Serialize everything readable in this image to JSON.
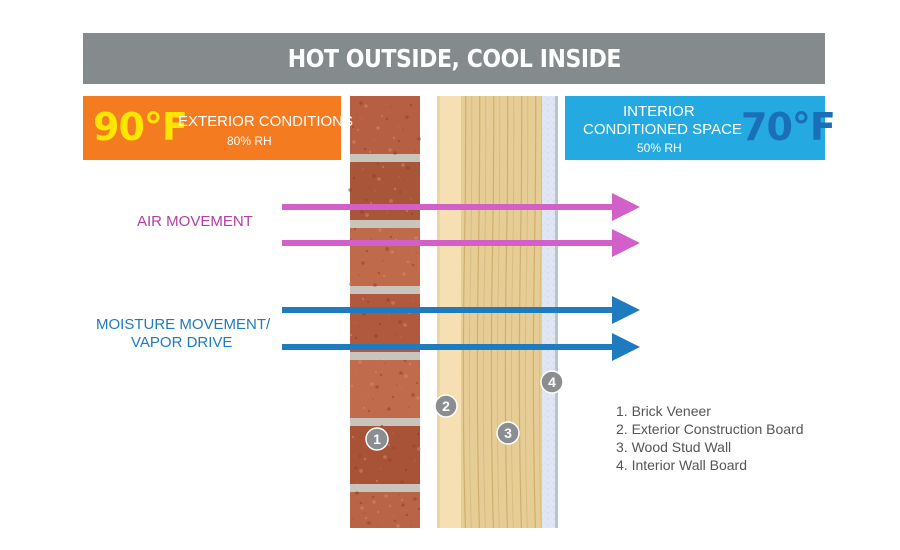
{
  "title": "HOT OUTSIDE, COOL INSIDE",
  "exterior": {
    "temp": "90°F",
    "label": "EXTERIOR CONDITIONS",
    "rh": "80% RH"
  },
  "interior": {
    "label_line1": "INTERIOR",
    "label_line2": "CONDITIONED SPACE",
    "rh": "50% RH",
    "temp": "70°F"
  },
  "air_movement_label": "AIR MOVEMENT",
  "moisture_label_line1": "MOISTURE MOVEMENT/",
  "moisture_label_line2": "VAPOR DRIVE",
  "badges": [
    "1",
    "2",
    "3",
    "4"
  ],
  "legend": [
    "1. Brick Veneer",
    "2. Exterior Construction Board",
    "3. Wood Stud Wall",
    "4. Interior Wall Board"
  ],
  "colors": {
    "title_bar": "#858a8d",
    "exterior_box": "#f47b20",
    "exterior_temp": "#ffe600",
    "interior_box": "#25a9e1",
    "interior_temp": "#1b6fb8",
    "air_arrow": "#d260c8",
    "moisture_arrow": "#1f7bbf",
    "brick": "#b65f42",
    "board": "#f6dfb3",
    "wood": "#e3c88e",
    "wall_board": "#dfe6f3",
    "badge": "#8a8e91"
  },
  "arrow_counts": {
    "air": 2,
    "moisture": 2
  }
}
